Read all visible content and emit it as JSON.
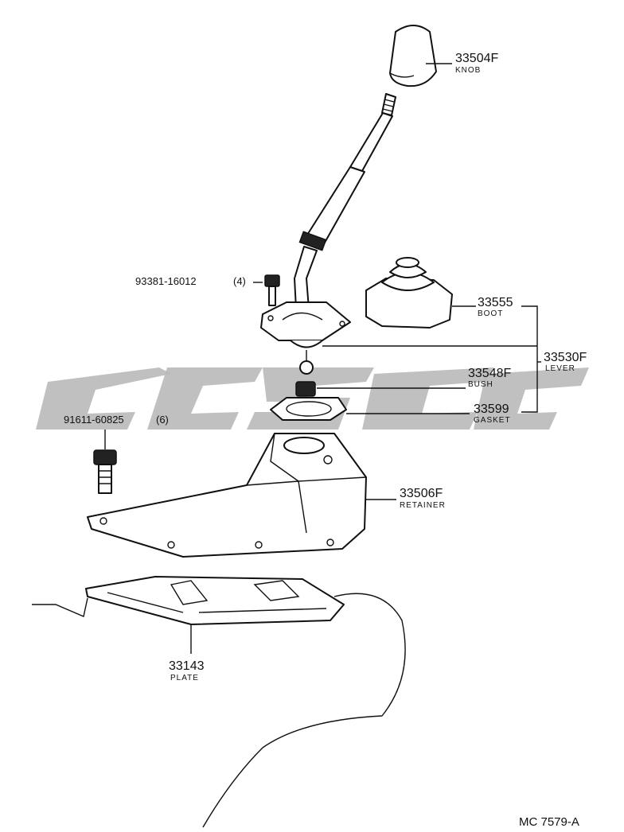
{
  "labels": {
    "knob": {
      "number": "33504F",
      "name": "KNOB"
    },
    "boot": {
      "number": "33555",
      "name": "BOOT"
    },
    "lever": {
      "number": "33530F",
      "name": "LEVER"
    },
    "bush": {
      "number": "33548F",
      "name": "BUSH"
    },
    "gasket": {
      "number": "33599",
      "name": "GASKET"
    },
    "retainer": {
      "number": "33506F",
      "name": "RETAINER"
    },
    "plate": {
      "number": "33143",
      "name": "PLATE"
    },
    "bolt_small": {
      "number": "93381-16012",
      "qty": "(4)"
    },
    "bolt_large": {
      "number": "91611-60825",
      "qty": "(6)"
    }
  },
  "figure_code": "MC 7579-A"
}
